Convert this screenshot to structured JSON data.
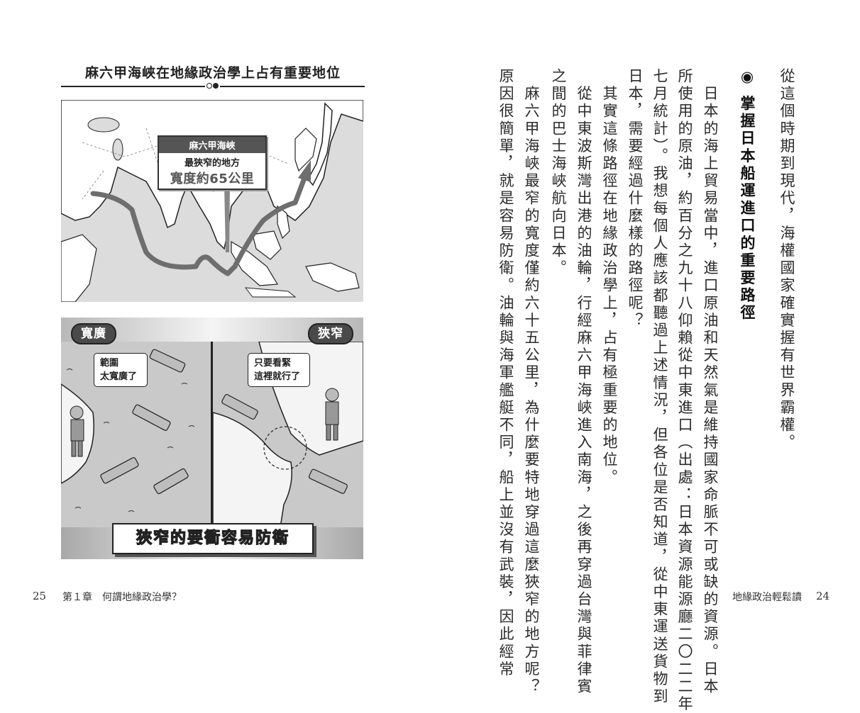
{
  "left_page": {
    "figure": {
      "title": "麻六甲海峽在地緣政治學上占有重要地位",
      "map": {
        "callout_header": "麻六甲海峽",
        "callout_line1": "最狹窄的地方",
        "callout_line2": "寬度約65公里"
      },
      "cartoon": {
        "left_tag": "寬廣",
        "right_tag": "狹窄",
        "left_bubble": [
          "範圍",
          "太寬廣了"
        ],
        "right_bubble": [
          "只要看緊",
          "這裡就行了"
        ],
        "banner": "狹窄的要衝容易防衛"
      }
    },
    "footer": {
      "page_number": "25",
      "chapter": "第１章　何謂地緣政治學？"
    }
  },
  "right_page": {
    "columns": [
      {
        "type": "text",
        "text": "從這個時期到現代，海權國家確實握有世界霸權。"
      },
      {
        "type": "heading",
        "text": "◉ 掌握日本船運進口的重要路徑"
      },
      {
        "type": "text",
        "text": "　日本的海上貿易當中，進口原油和天然氣是維持國家命脈不可或缺的資源。日本"
      },
      {
        "type": "text",
        "text": "所使用的原油，約百分之九十八仰賴從中東進口（出處：日本資源能源廳二〇二二年"
      },
      {
        "type": "text",
        "text": "七月統計）。我想每個人應該都聽過上述情況，但各位是否知道，從中東運送貨物到"
      },
      {
        "type": "text",
        "text": "日本，需要經過什麼樣的路徑呢？"
      },
      {
        "type": "text",
        "text": "　其實這條路徑在地緣政治學上，占有極重要的地位。"
      },
      {
        "type": "text",
        "text": "　從中東波斯灣出港的油輪，行經麻六甲海峽進入南海，之後再穿過台灣與菲律賓"
      },
      {
        "type": "text",
        "text": "之間的巴士海峽航向日本。"
      },
      {
        "type": "text",
        "text": "　麻六甲海峽最窄的寬度僅約六十五公里，為什麼要特地穿過這麼狹窄的地方呢？"
      },
      {
        "type": "text",
        "text": "原因很簡單，就是容易防衛。油輪與海軍艦艇不同，船上並沒有武裝，因此經常"
      }
    ],
    "footer": {
      "book_title": "地緣政治輕鬆讀",
      "page_number": "24"
    }
  },
  "colors": {
    "text": "#2a2a2a",
    "map_land": "#ffffff",
    "map_sea": "#dcdcdc",
    "route": "#6e6e6e",
    "callout_header": "#555555"
  }
}
